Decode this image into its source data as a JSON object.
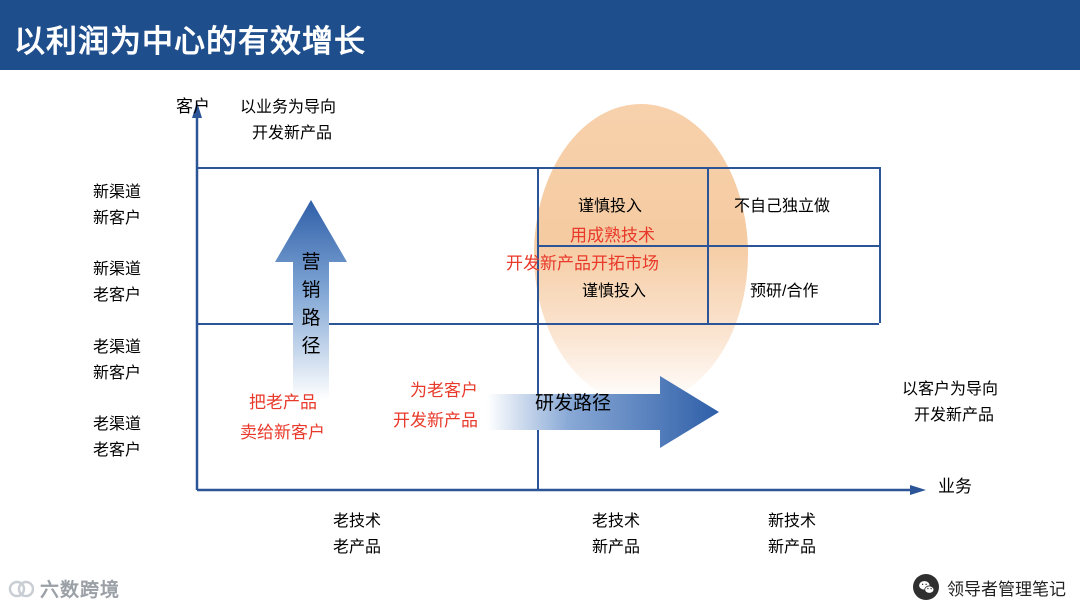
{
  "header": {
    "title": "以利润为中心的有效增长"
  },
  "axes": {
    "y_label": "客户",
    "x_label": "业务",
    "y_categories": [
      "新渠道\n新客户",
      "新渠道\n老客户",
      "老渠道\n新客户",
      "老渠道\n老客户"
    ],
    "y_categories_flat": [
      "新渠道新客户",
      "新渠道老客户",
      "老渠道新客户",
      "老渠道老客户"
    ],
    "x_categories": [
      "老技术\n老产品",
      "老技术\n新产品",
      "新技术\n新产品"
    ],
    "x_categories_flat": [
      "老技术老产品",
      "老技术新产品",
      "新技术新产品"
    ]
  },
  "row_labels": [
    {
      "line1": "新渠道",
      "line2": "新客户"
    },
    {
      "line1": "新渠道",
      "line2": "老客户"
    },
    {
      "line1": "老渠道",
      "line2": "新客户"
    },
    {
      "line1": "老渠道",
      "line2": "老客户"
    }
  ],
  "col_labels": [
    {
      "line1": "老技术",
      "line2": "老产品"
    },
    {
      "line1": "老技术",
      "line2": "新产品"
    },
    {
      "line1": "新技术",
      "line2": "新产品"
    }
  ],
  "notes": {
    "top_left": {
      "line1": "以业务为导向",
      "line2": "开发新产品"
    },
    "right_side": {
      "line1": "以客户为导向",
      "line2": "开发新产品"
    }
  },
  "cells": {
    "cautious_invest_top": "谨慎投入",
    "cautious_invest_bottom": "谨慎投入",
    "no_independent": "不自己独立做",
    "preresearch_coop": "预研/合作"
  },
  "red_callouts": {
    "center": {
      "line1": "用成熟技术",
      "line2": "开发新产品开拓市场"
    },
    "left": {
      "line1": "把老产品",
      "line2": "卖给新客户"
    },
    "middle": {
      "line1": "为老客户",
      "line2": "开发新产品"
    }
  },
  "arrows": {
    "vertical_label": "营销路径",
    "vertical_label_chars": [
      "营",
      "销",
      "路",
      "径"
    ],
    "horizontal_label": "研发路径"
  },
  "footer": {
    "brand": "六数跨境",
    "wechat_account": "领导者管理笔记"
  },
  "colors": {
    "header_bg": "#1f4e8c",
    "grid_line": "#2b5597",
    "arrow_blue": "#2f5fa8",
    "red_text": "#e8392a",
    "ellipse_fill": "#f4c89c"
  }
}
